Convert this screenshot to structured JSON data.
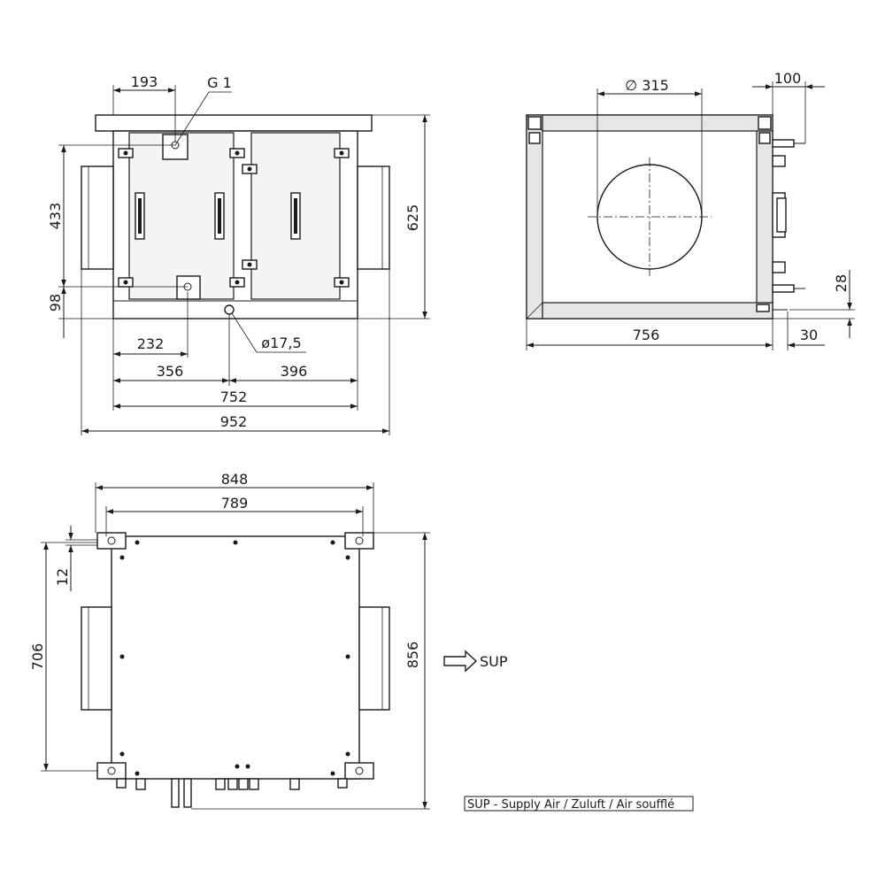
{
  "front_view": {
    "dim_193": "193",
    "dim_g1": "G 1",
    "dim_433": "433",
    "dim_98": "98",
    "dim_625": "625",
    "dim_232": "232",
    "dim_d17": "ø17,5",
    "dim_356": "356",
    "dim_396": "396",
    "dim_752": "752",
    "dim_952": "952"
  },
  "side_view": {
    "dim_d315": "∅ 315",
    "dim_100": "100",
    "dim_28": "28",
    "dim_756": "756",
    "dim_30": "30"
  },
  "top_view": {
    "dim_848": "848",
    "dim_789": "789",
    "dim_12": "12",
    "dim_706": "706",
    "dim_856": "856"
  },
  "arrow_label": "SUP",
  "legend": "SUP - Supply Air /  Zuluft /  Air soufflé"
}
